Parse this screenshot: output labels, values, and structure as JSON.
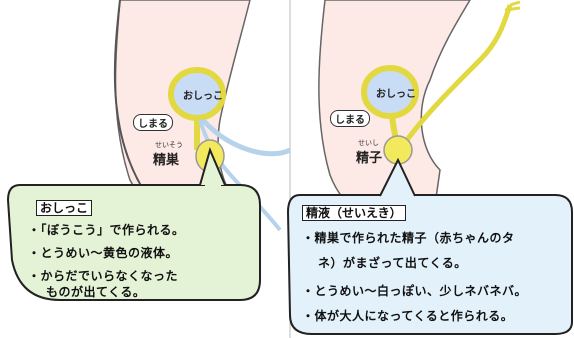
{
  "left_panel": {
    "label_bladder": "おしっこ",
    "label_kidney": "しまる",
    "label_testis_ruby": "せいそう",
    "label_testis": "精巣",
    "bubble": {
      "title": "おしっこ",
      "lines": [
        "・「ぼうこう」で作られる。",
        "・とうめい～黄色の液体。",
        "・からだでいらなくなった",
        "ものが出てくる。"
      ]
    }
  },
  "right_panel": {
    "label_bladder": "おしっこ",
    "label_kidney": "しまる",
    "label_testis_ruby": "せいし",
    "label_testis": "精子",
    "bubble": {
      "title": "精液（せいえき）",
      "lines": [
        "・精巣で作られた精子（赤ちゃんのタ",
        "ネ）がまざって出てくる。",
        "・とうめい～白っぽい、少しネバネバ。",
        "・体が大人になってくると作られる。"
      ]
    }
  },
  "colors": {
    "skin": "#fde9e6",
    "outline": "#555555",
    "bladder": "#c9dcf5",
    "duct": "#e8e37a",
    "accent": "#f2ea5c",
    "bubble_left": "#e4f3d6",
    "bubble_right": "#e3f1fb"
  }
}
